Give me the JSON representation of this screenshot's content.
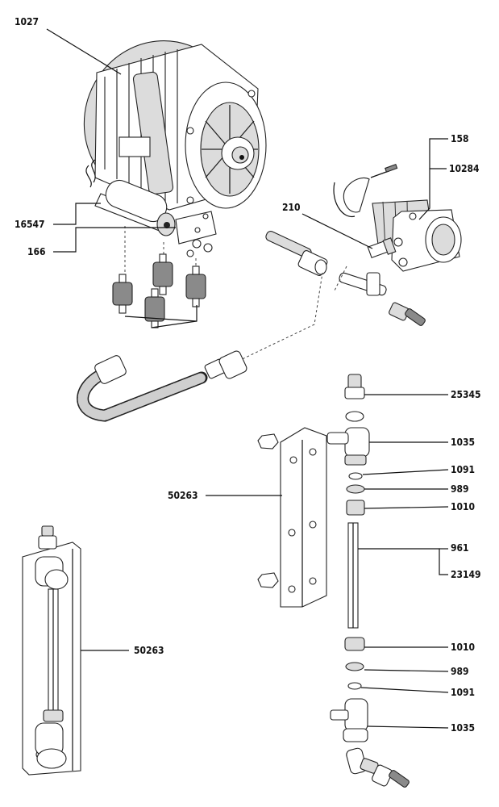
{
  "diagram": {
    "parts": {
      "motor": "1027",
      "capacitor": "16547",
      "capacitor_bracket": "166",
      "pump_clamp": "158",
      "pump": "10284",
      "pump_fitting": "210",
      "pump_top_fitting": "25345",
      "tee_fitting_top": "1035",
      "oring_top": "1091",
      "washer_top": "989",
      "nut_top": "1010",
      "tube": "961",
      "tube_assembly": "23149",
      "nut_bottom": "1010",
      "washer_bottom": "989",
      "oring_bottom": "1091",
      "tee_fitting_bottom": "1035",
      "bracket_middle": "50263",
      "bracket_lower_left": "50263"
    }
  }
}
